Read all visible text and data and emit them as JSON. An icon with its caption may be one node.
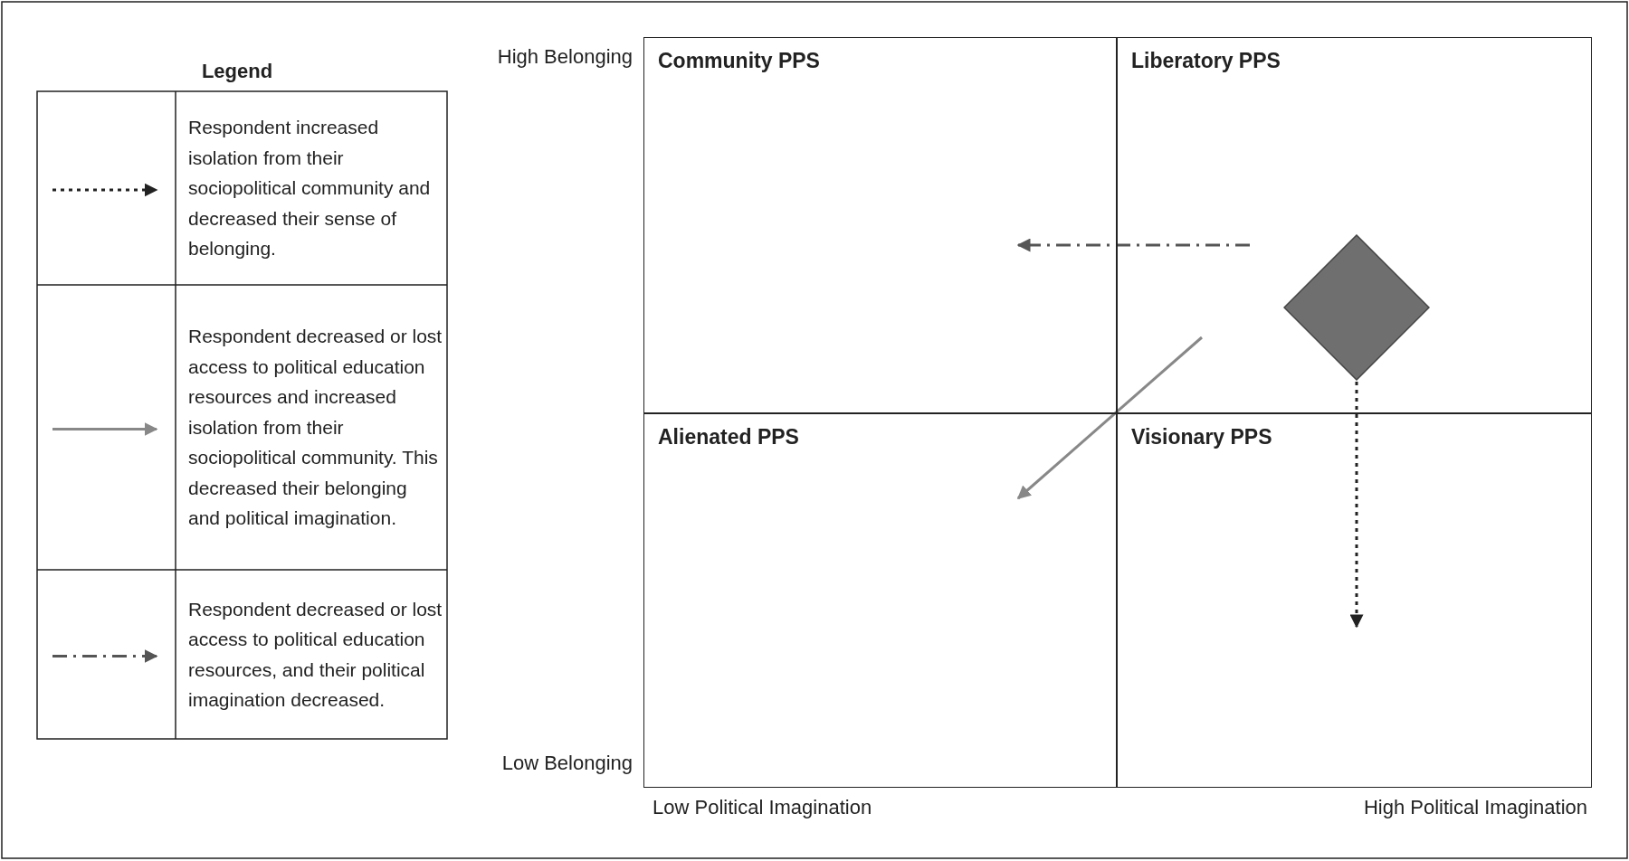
{
  "diagram": {
    "nodes": [
      {
        "text": [
          "Community PPS"
        ]
      },
      {
        "text": [
          "Liberatory PPS"
        ]
      },
      {
        "text": [
          "Alienated PPS"
        ]
      },
      {
        "text": [
          "Visionary PPS"
        ]
      },
      {
        "text": [],
        "shape": "diamond",
        "in": 1
      }
    ],
    "edges": [
      {
        "from": 4,
        "to": 3,
        "arrow": "to",
        "style": "dashed"
      }
    ],
    "labels": [
      "High Belonging",
      "Low Belonging",
      "Low Political Imagination",
      "High Political Imagination",
      "Legend"
    ],
    "legend": [
      {
        "text": "Respondent increased isolation from their sociopolitical community and decreased their sense of belonging."
      },
      {
        "text": "Respondent decreased or lost access to political education resources and increased isolation from their sociopolitical community. This decreased their belonging and political imagination."
      },
      {
        "text": "Respondent decreased or lost access to political education resources, and their political imagination decreased."
      }
    ]
  }
}
